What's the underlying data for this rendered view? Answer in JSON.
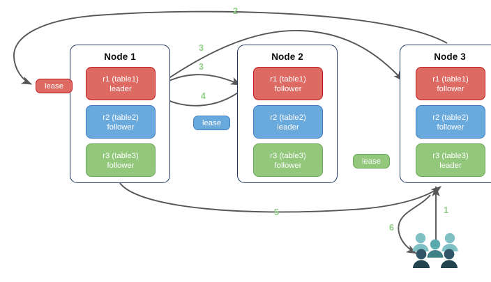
{
  "diagram": {
    "title_hidden": "",
    "accent_step_color": "#8fce85",
    "edge_color": "#575757",
    "node_border_color": "#1f3864",
    "colors": {
      "red_fill": "#dd6a63",
      "red_border": "#c0191d",
      "blue_fill": "#6aa9dc",
      "blue_border": "#3f7fc1",
      "green_fill": "#93c77c",
      "green_border": "#6aa85a"
    }
  },
  "nodes": [
    {
      "title": "Node 1",
      "replicas": [
        {
          "name": "r1 (table1)",
          "role": "leader",
          "color": "red"
        },
        {
          "name": "r2 (table2)",
          "role": "follower",
          "color": "blue"
        },
        {
          "name": "r3 (table3)",
          "role": "follower",
          "color": "green"
        }
      ]
    },
    {
      "title": "Node 2",
      "replicas": [
        {
          "name": "r1 (table1)",
          "role": "follower",
          "color": "red"
        },
        {
          "name": "r2 (table2)",
          "role": "leader",
          "color": "blue"
        },
        {
          "name": "r3 (table3)",
          "role": "follower",
          "color": "green"
        }
      ]
    },
    {
      "title": "Node 3",
      "replicas": [
        {
          "name": "r1 (table1)",
          "role": "follower",
          "color": "red"
        },
        {
          "name": "r2 (table2)",
          "role": "follower",
          "color": "blue"
        },
        {
          "name": "r3 (table3)",
          "role": "leader",
          "color": "green"
        }
      ]
    }
  ],
  "leases": [
    {
      "label": "lease",
      "color": "red"
    },
    {
      "label": "lease",
      "color": "blue"
    },
    {
      "label": "lease",
      "color": "green"
    }
  ],
  "steps": [
    {
      "label": "1"
    },
    {
      "label": "2"
    },
    {
      "label": "3"
    },
    {
      "label": "3"
    },
    {
      "label": "4"
    },
    {
      "label": "5"
    },
    {
      "label": "6"
    }
  ],
  "client": {
    "icon": "users-icon",
    "figure_colors": [
      "#7fc0c4",
      "#5aa9ae",
      "#2f5566",
      "#24454f"
    ]
  }
}
